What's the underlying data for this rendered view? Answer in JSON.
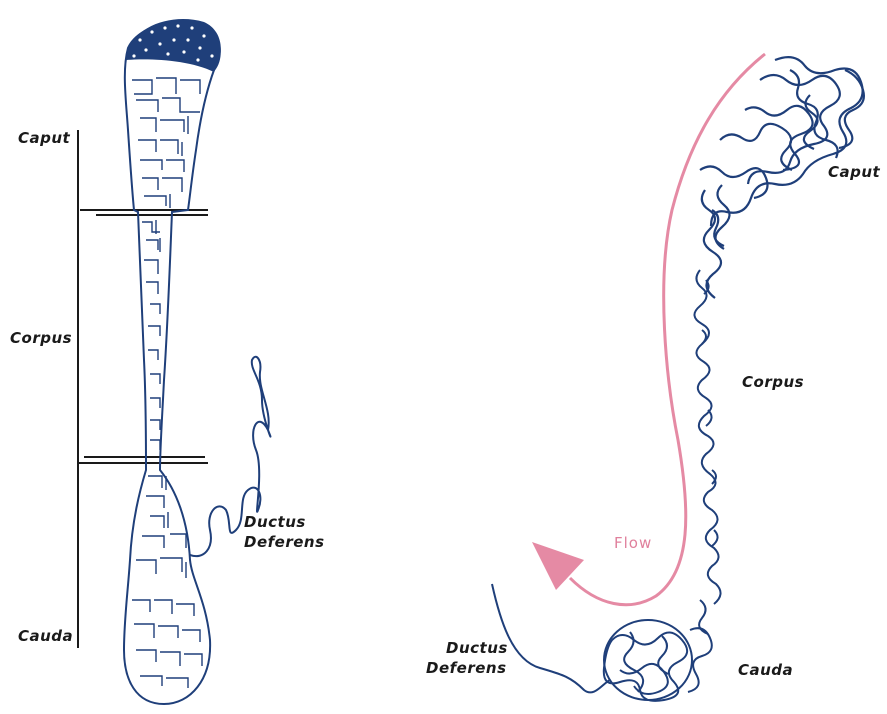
{
  "left_panel": {
    "labels": {
      "caput": "Caput",
      "corpus": "Corpus",
      "cauda": "Cauda",
      "ductus_line1": "Ductus",
      "ductus_line2": "Deferens"
    }
  },
  "right_panel": {
    "labels": {
      "caput": "Caput",
      "corpus": "Corpus",
      "cauda": "Cauda",
      "ductus_line1": "Ductus",
      "ductus_line2": "Deferens",
      "flow": "Flow"
    }
  },
  "colors": {
    "tubule": "#1f3f7a",
    "flow_arrow": "#e58aa4",
    "divider": "#1a1a1a",
    "text": "#1a1a1a"
  }
}
